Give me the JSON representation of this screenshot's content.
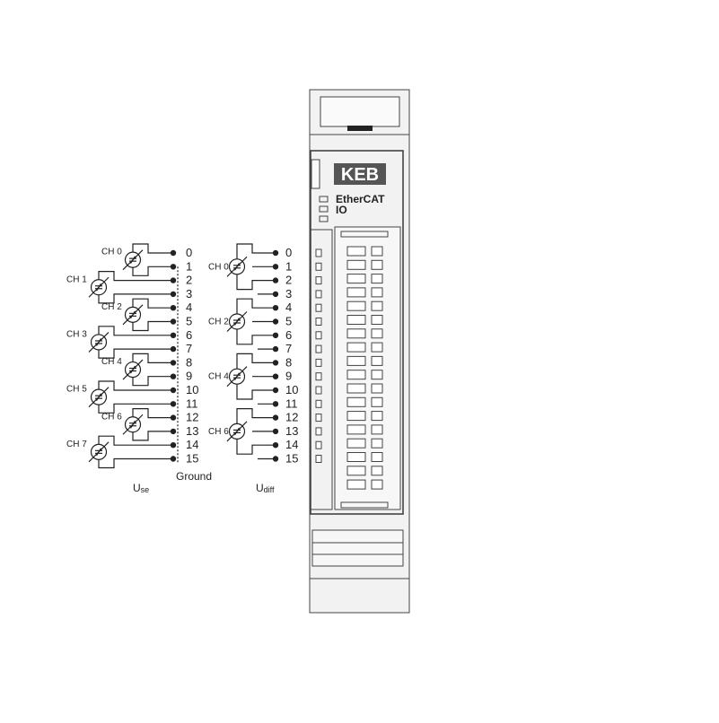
{
  "brand": {
    "logo": "KEB",
    "line1": "EtherCAT",
    "line2": "IO"
  },
  "pins": [
    "0",
    "1",
    "2",
    "3",
    "4",
    "5",
    "6",
    "7",
    "8",
    "9",
    "10",
    "11",
    "12",
    "13",
    "14",
    "15"
  ],
  "use_channels": [
    "CH 0",
    "CH 1",
    "CH 2",
    "CH 3",
    "CH 4",
    "CH 5",
    "CH 6",
    "CH 7"
  ],
  "diff_channels": [
    "CH 0",
    "CH 2",
    "CH 4",
    "CH 6"
  ],
  "labels": {
    "ground": "Ground",
    "use_main": "U",
    "use_sub": "se",
    "diff_main": "U",
    "diff_sub": "diff"
  },
  "colors": {
    "line": "#222222",
    "housing": "#f0f0f0",
    "logo_bg": "#555555",
    "terminal": "#e6e6e6"
  }
}
